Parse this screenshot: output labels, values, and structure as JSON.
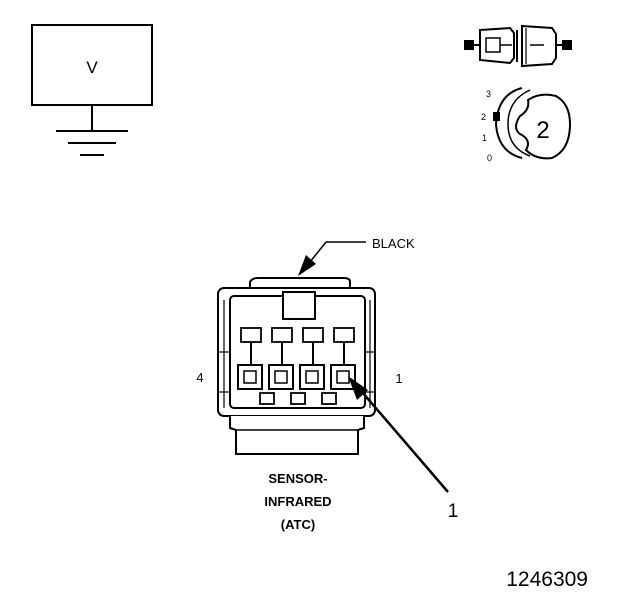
{
  "voltmeter": {
    "symbol": "V"
  },
  "selector": {
    "positions": [
      "3",
      "2",
      "1",
      "0"
    ],
    "selected": "2"
  },
  "connector": {
    "color_label": "BLACK",
    "left_pin_label": "4",
    "right_pin_label": "1",
    "name_lines": [
      "SENSOR-",
      "INFRARED",
      "(ATC)"
    ],
    "callout_number": "1"
  },
  "figure_number": "1246309"
}
